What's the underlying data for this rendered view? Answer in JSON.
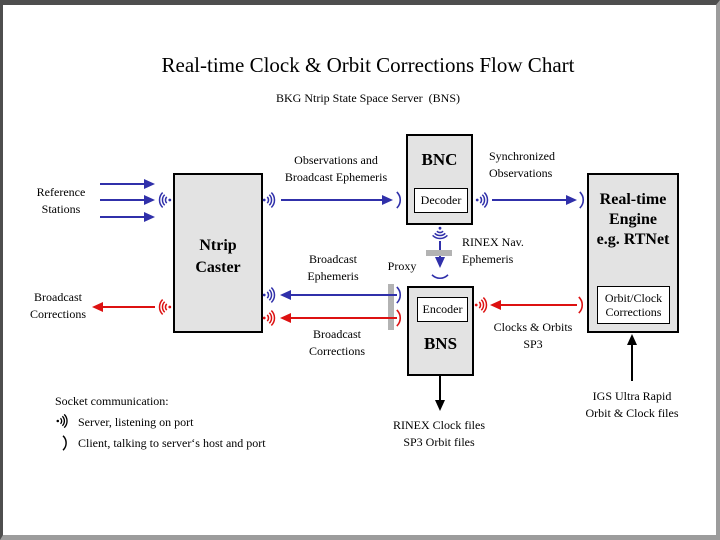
{
  "title": "Real-time Clock & Orbit Corrections Flow Chart",
  "subtitle": "BKG Ntrip State Space Server  (BNS)",
  "boxes": {
    "ntrip_caster": {
      "line1": "Ntrip",
      "line2": "Caster"
    },
    "bnc": {
      "title": "BNC",
      "module": "Decoder"
    },
    "bns": {
      "title": "BNS",
      "module": "Encoder"
    },
    "engine": {
      "line1": "Real-time",
      "line2": "Engine",
      "line3": "e.g. RTNet",
      "module_line1": "Orbit/Clock",
      "module_line2": "Corrections"
    }
  },
  "labels": {
    "reference_stations": {
      "line1": "Reference",
      "line2": "Stations"
    },
    "broadcast_corrections_out": {
      "line1": "Broadcast",
      "line2": "Corrections"
    },
    "observations": {
      "line1": "Observations and",
      "line2": "Broadcast Ephemeris"
    },
    "synchronized": {
      "line1": "Synchronized",
      "line2": "Observations"
    },
    "rinex_nav": {
      "line1": "RINEX Nav.",
      "line2": "Ephemeris"
    },
    "broadcast_ephemeris": {
      "line1": "Broadcast",
      "line2": "Ephemeris"
    },
    "proxy": "Proxy",
    "broadcast_corrections_mid": {
      "line1": "Broadcast",
      "line2": "Corrections"
    },
    "clocks_orbits": {
      "line1": "Clocks & Orbits",
      "line2": "SP3"
    },
    "rinex_clock_files": {
      "line1": "RINEX Clock files",
      "line2": "SP3 Orbit files"
    },
    "igs": {
      "line1": "IGS Ultra Rapid",
      "line2": "Orbit & Clock files"
    }
  },
  "legend": {
    "heading": "Socket communication:",
    "server_desc": "Server, listening on port",
    "client_desc": "Client, talking to server‘s host and port"
  },
  "colors": {
    "arrow_blue": "#3030aa",
    "arrow_red": "#dd1111",
    "box_fill": "#e3e3e3",
    "proxy_bar": "#b3b3b3"
  }
}
